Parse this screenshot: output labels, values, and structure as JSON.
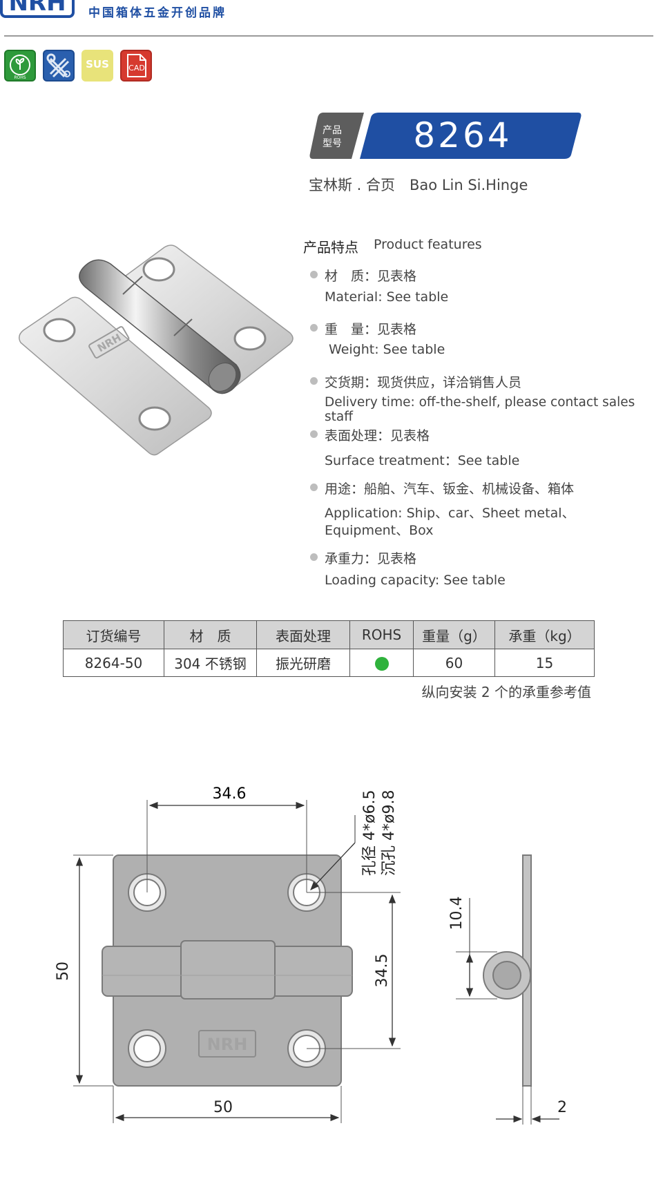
{
  "header": {
    "logo_text": "NRH",
    "tagline": "中国箱体五金开创品牌"
  },
  "badges": {
    "sus_label": "SUS",
    "cad_label": "CAD"
  },
  "model": {
    "tag_line1": "产品",
    "tag_line2": "型号",
    "code": "8264",
    "name": "宝林斯 . 合页　Bao Lin Si.Hinge",
    "banner_color": "#1f4fa3",
    "tag_color": "#5d5d5d"
  },
  "features": {
    "title_zh": "产品特点",
    "title_en": "Product features",
    "items": [
      {
        "zh": "材　质：见表格",
        "en": "Material: See table"
      },
      {
        "zh": "重　量：见表格",
        "en": " Weight: See table"
      },
      {
        "zh": "交货期：现货供应，详洽销售人员",
        "en": "Delivery time: off-the-shelf, please contact sales staff"
      },
      {
        "zh": "表面处理：见表格",
        "en": "Surface treatment：See table"
      },
      {
        "zh": "用途：船舶、汽车、钣金、机械设备、箱体",
        "en": "Application: Ship、car、Sheet metal、",
        "en2": "Equipment、Box"
      },
      {
        "zh": "承重力：见表格",
        "en": "Loading capacity: See table"
      }
    ]
  },
  "table": {
    "headers": [
      "订货编号",
      "材　质",
      "表面处理",
      "ROHS",
      "重量（g）",
      "承重（kg）"
    ],
    "rows": [
      {
        "code": "8264-50",
        "material": "304 不锈钢",
        "surface": "振光研磨",
        "rohs": "yes",
        "weight": "60",
        "load": "15"
      }
    ],
    "note": "纵向安装 2 个的承重参考值",
    "rohs_color": "#2fb23c"
  },
  "drawing": {
    "dim_top": "34.6",
    "hole_spec1": "孔径 4*ø6.5",
    "hole_spec2": "沉孔 4*ø9.8",
    "dim_height": "50",
    "dim_width": "50",
    "dim_hole_vertical": "34.5",
    "dim_side": "10.4",
    "dim_thickness": "2",
    "plate_logo": "NRH"
  }
}
